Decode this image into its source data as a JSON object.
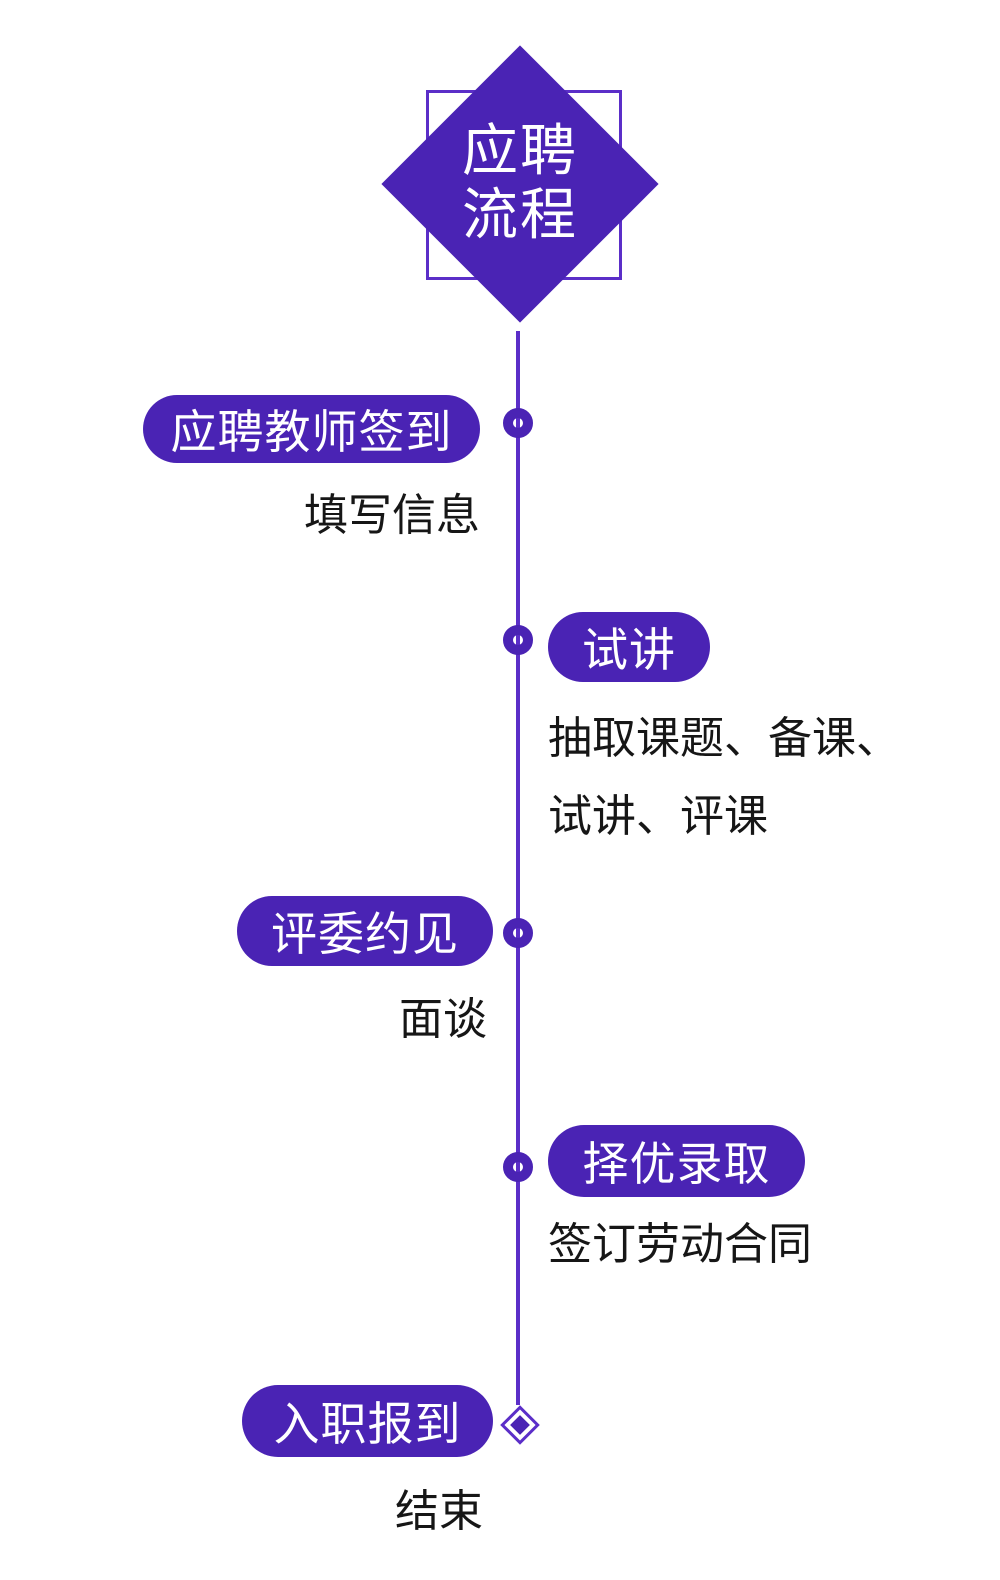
{
  "colors": {
    "accent": "#4a23b4",
    "line": "#5b2ec8",
    "text": "#161616",
    "white": "#ffffff"
  },
  "title": {
    "line1": "应聘",
    "line2": "流程"
  },
  "steps": [
    {
      "label": "应聘教师签到",
      "side": "left",
      "description_lines": [
        "填写信息"
      ],
      "node": "donut-circle"
    },
    {
      "label": "试讲",
      "side": "right",
      "description_lines": [
        "抽取课题、备课、",
        "试讲、评课"
      ],
      "node": "donut-circle"
    },
    {
      "label": "评委约见",
      "side": "left",
      "description_lines": [
        "面谈"
      ],
      "node": "donut-circle"
    },
    {
      "label": "择优录取",
      "side": "right",
      "description_lines": [
        "签订劳动合同"
      ],
      "node": "donut-circle"
    },
    {
      "label": "入职报到",
      "side": "left",
      "description_lines": [
        "结束"
      ],
      "node": "end-diamond"
    }
  ]
}
